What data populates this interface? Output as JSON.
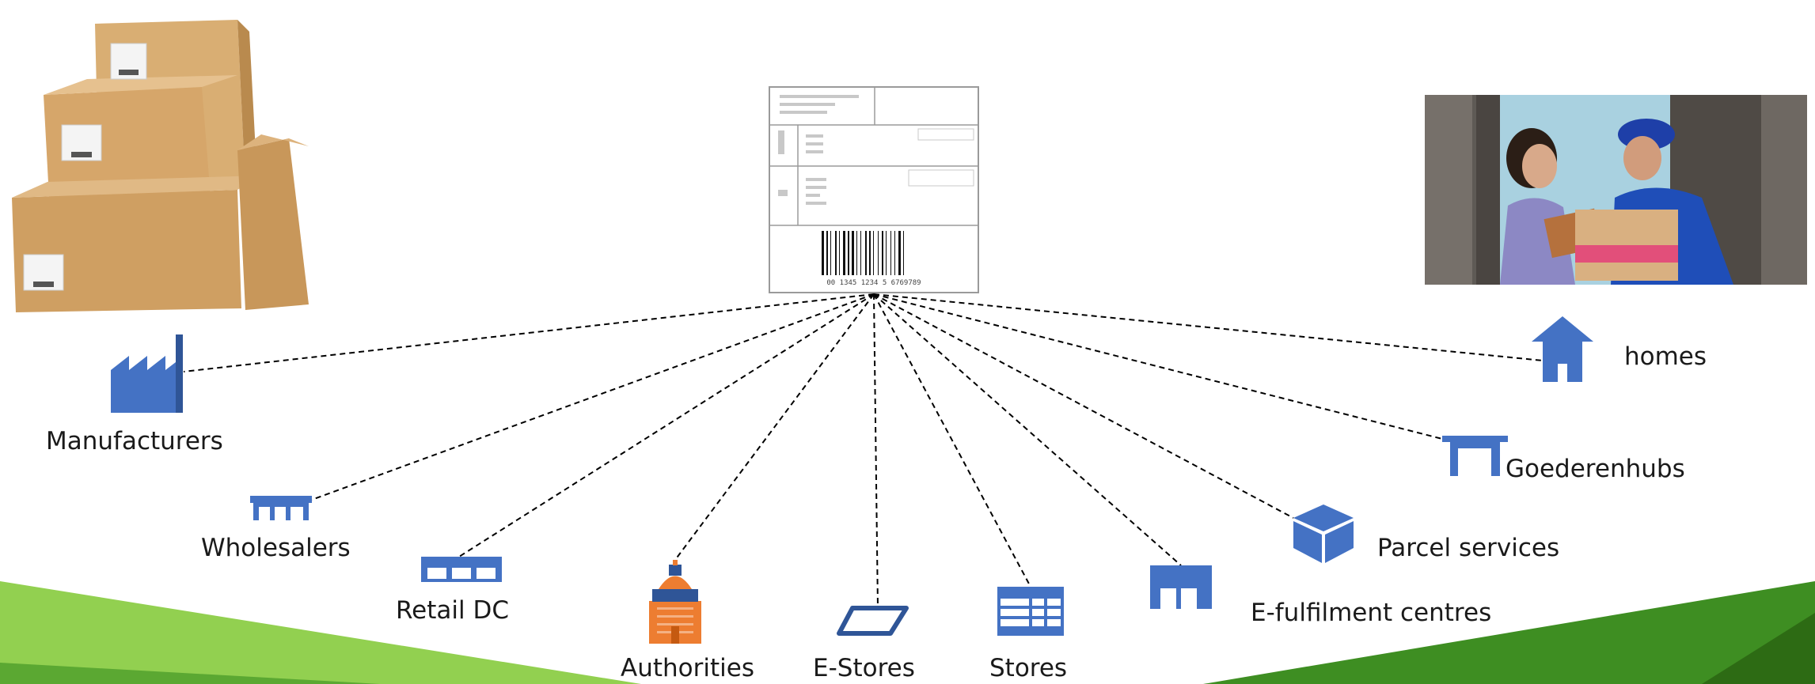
{
  "colors": {
    "icon_blue": "#4472C4",
    "icon_blue_dark": "#2F5597",
    "authority_orange": "#ED7D31",
    "green_light": "#92D050",
    "green_dark": "#1E7B1E",
    "box_tan": "#D2A56C",
    "line": "#000000"
  },
  "hub": {
    "name": "shipping-label",
    "barcode_number": "00 1345 1234 5 6769789"
  },
  "nodes": [
    {
      "key": "manufacturers",
      "label": "Manufacturers",
      "icon": "factory-icon"
    },
    {
      "key": "wholesalers",
      "label": "Wholesalers",
      "icon": "warehouse-icon"
    },
    {
      "key": "retail_dc",
      "label": "Retail DC",
      "icon": "distribution-center-icon"
    },
    {
      "key": "authorities",
      "label": "Authorities",
      "icon": "government-building-icon"
    },
    {
      "key": "e_stores",
      "label": "E-Stores",
      "icon": "web-shop-icon"
    },
    {
      "key": "stores",
      "label": "Stores",
      "icon": "store-icon"
    },
    {
      "key": "e_fulfilment",
      "label": "E-fulfilment centres",
      "icon": "fulfilment-center-icon"
    },
    {
      "key": "parcel",
      "label": "Parcel services",
      "icon": "parcel-box-icon"
    },
    {
      "key": "goederenhubs",
      "label": "Goederenhubs",
      "icon": "goods-hub-icon"
    },
    {
      "key": "homes",
      "label": "homes",
      "icon": "house-icon"
    }
  ],
  "pictures": [
    "cardboard-boxes-photo",
    "parcel-delivery-photo"
  ]
}
